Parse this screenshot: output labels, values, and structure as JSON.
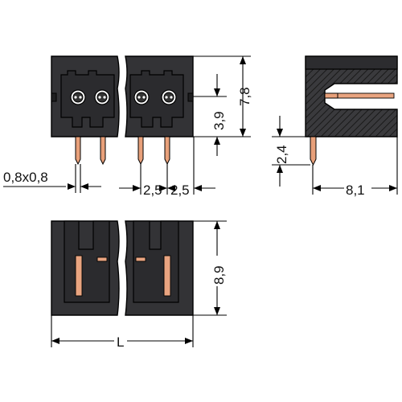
{
  "dimensions": {
    "wire_size": "0,8x0,8",
    "pitch_left": "2,5",
    "pitch_right": "2,5",
    "opening_height": "3,9",
    "total_height": "7,8",
    "pin_length": "2,4",
    "depth": "8,1",
    "bottom_height": "8,9",
    "length": "L"
  },
  "colors": {
    "housing": "#333336",
    "pin": "#e8a07a",
    "line": "#000000"
  }
}
